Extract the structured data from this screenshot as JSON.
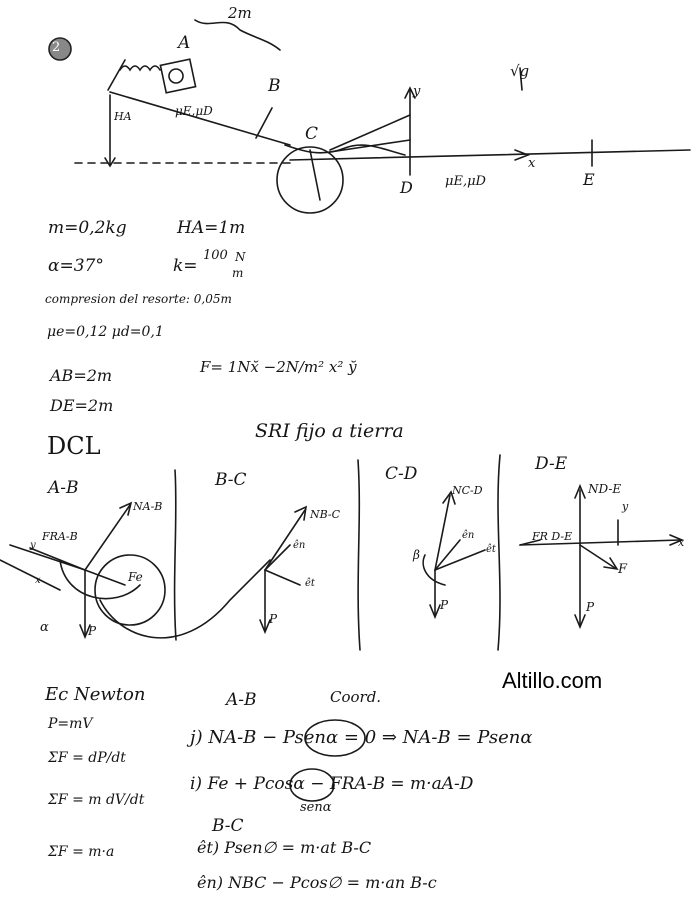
{
  "problem_number": "2",
  "top_diagram": {
    "length_2m": "2m",
    "point_a": "A",
    "point_b": "B",
    "point_c": "C",
    "point_d": "D",
    "point_e": "E",
    "height_label": "HA",
    "friction_ab": "μE,μD",
    "friction_de": "μE,μD",
    "gravity": "√g",
    "axis_y": "y",
    "axis_x": "x"
  },
  "data": {
    "mass": "m=0,2kg",
    "height": "HA=1m",
    "angle": "α=37°",
    "spring_k": "k=",
    "spring_value": "100",
    "spring_unit_num": "N",
    "spring_unit_den": "m",
    "compression": "compresion del resorte: 0,05m",
    "mu": "μe=0,12   μd=0,1",
    "ab": "AB=2m",
    "de": "DE=2m",
    "force": "F= 1Nx̆ −2N/m² x² y̆"
  },
  "dcl": {
    "heading": "DCL",
    "frame": "SRI fijo a tierra",
    "sections": [
      "A-B",
      "B-C",
      "C-D",
      "D-E"
    ],
    "ab_labels": {
      "normal": "NA-B",
      "friction": "FRA-B",
      "spring": "Fe",
      "weight": "P",
      "alpha": "α",
      "xhat": "x",
      "yhat": "y"
    },
    "bc_labels": {
      "normal": "NB-C",
      "en": "ên",
      "et": "êt",
      "weight": "P"
    },
    "cd_labels": {
      "normal": "NC-D",
      "en": "ên",
      "et": "êt",
      "weight": "P",
      "b": "β"
    },
    "de_labels": {
      "normal": "ND-E",
      "friction": "FR D-E",
      "force": "F",
      "weight": "P",
      "yhat": "y",
      "xhat": "x"
    }
  },
  "equations": {
    "heading": "Ec Newton",
    "general": [
      "P=mV",
      "ΣF = dP/dt",
      "ΣF = m dV/dt",
      "ΣF = m·a"
    ],
    "ab_title": "A-B",
    "coord_note": "Coord.",
    "eq_j": "j)  NA-B − Psenα = 0  ⇒  NA-B = Psenα",
    "eq_i": "i)  Fe + Pcosα − FRA-B = m·aA-D",
    "note": "senα",
    "bc_title": "B-C",
    "eq_et": "êt)  Psen∅ = m·at B-C",
    "eq_en": "ên)  NBC − Pcos∅ = m·an B-c"
  },
  "watermark": "Altillo.com"
}
